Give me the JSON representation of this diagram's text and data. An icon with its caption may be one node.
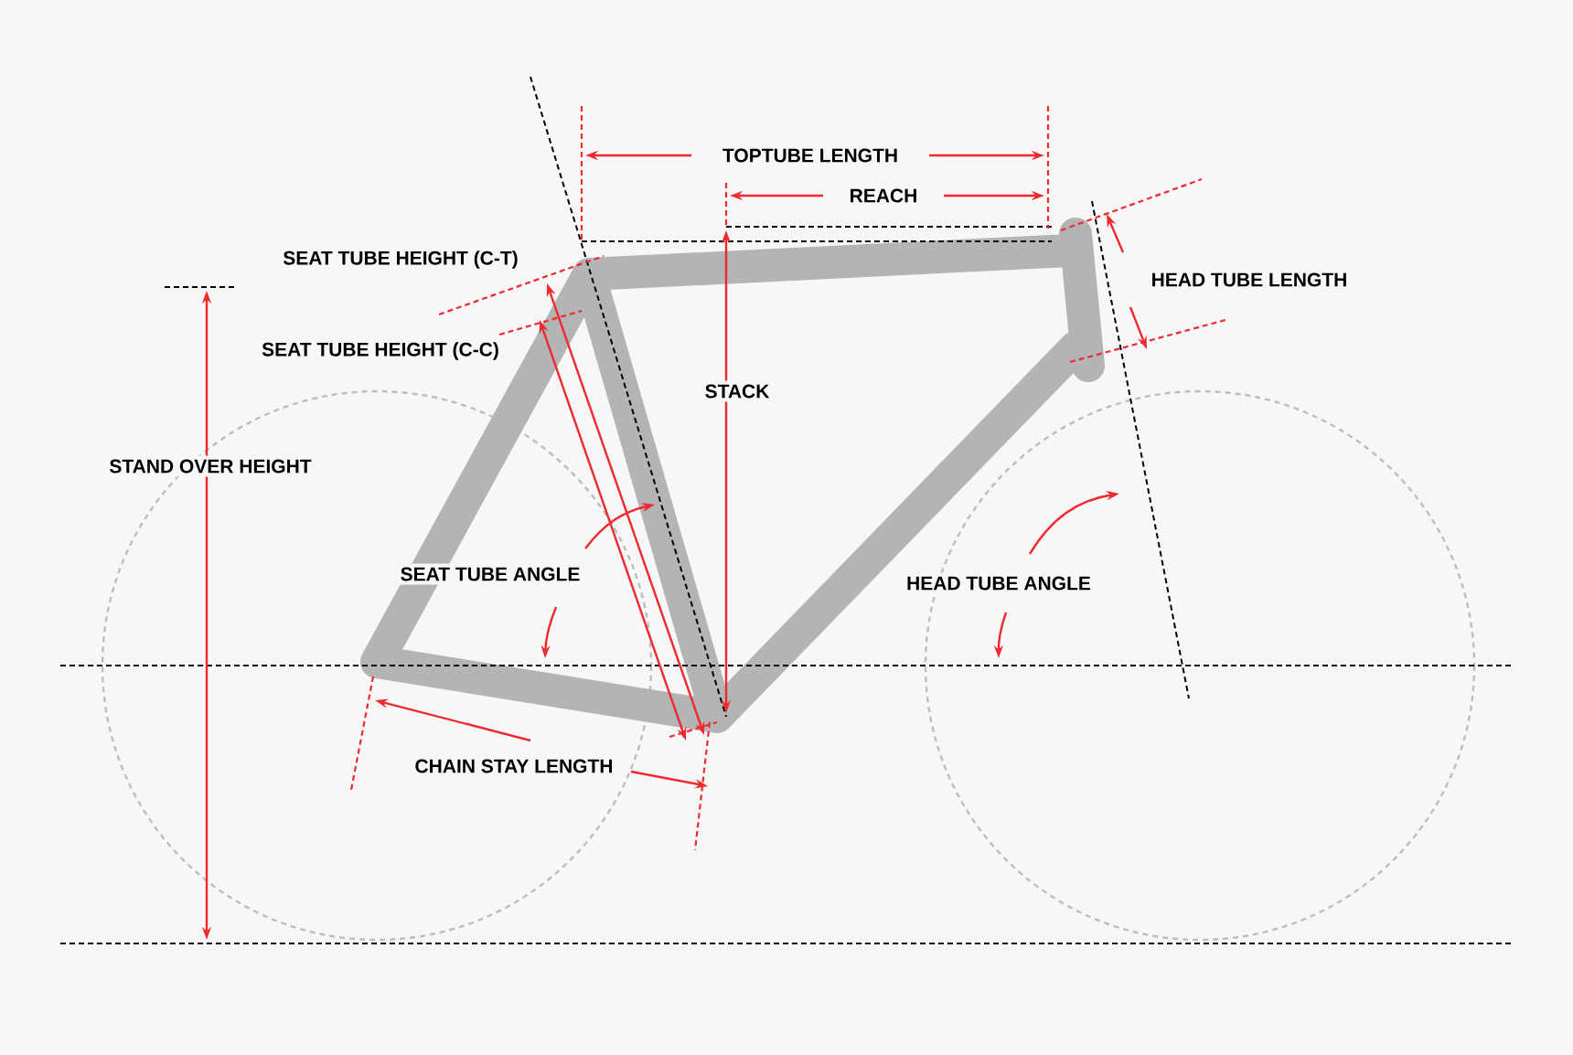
{
  "diagram": {
    "labels": [
      "TOPTUBE LENGTH",
      "REACH",
      "SEAT TUBE HEIGHT (C-T)",
      "HEAD TUBE LENGTH",
      "SEAT TUBE HEIGHT (C-C)",
      "STACK",
      "STAND OVER HEIGHT",
      "SEAT TUBE ANGLE",
      "HEAD TUBE ANGLE",
      "CHAIN STAY LENGTH"
    ]
  }
}
